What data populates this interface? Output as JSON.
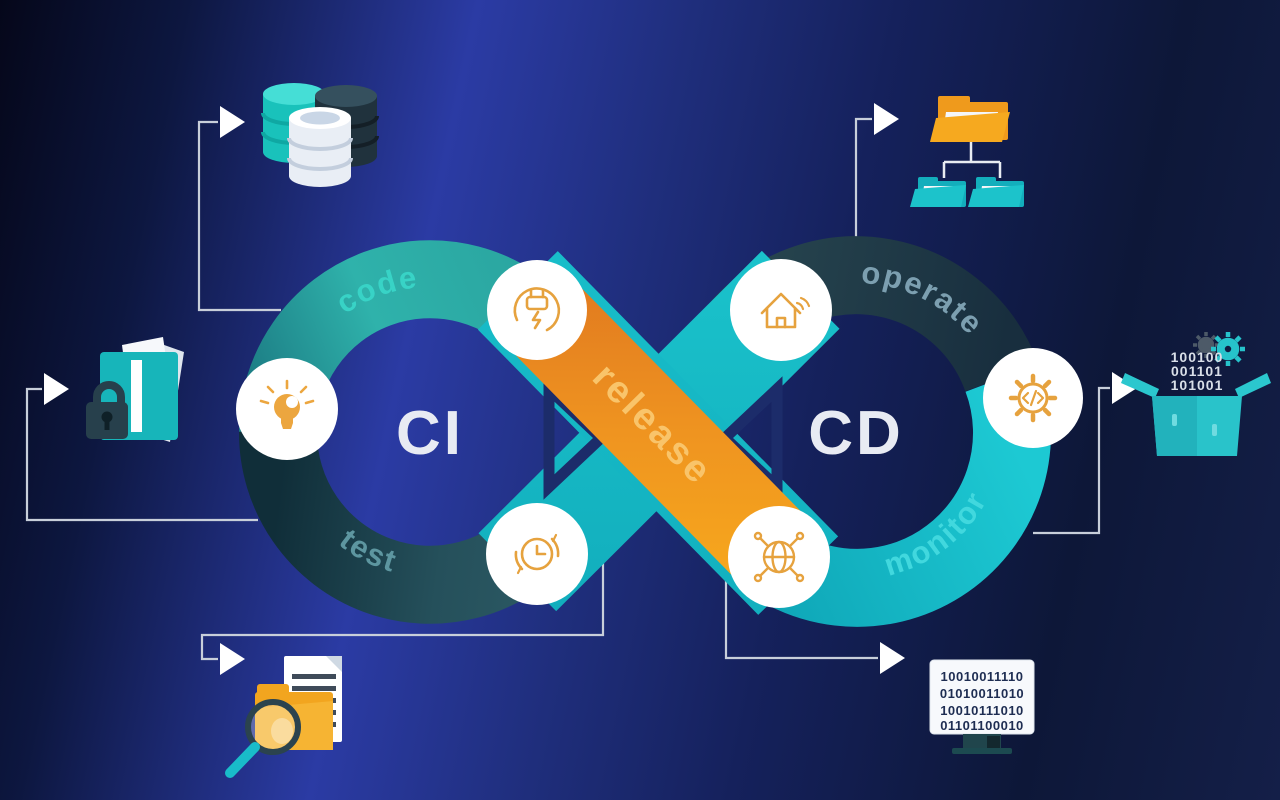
{
  "labels": {
    "ci": "CI",
    "cd": "CD"
  },
  "stages": {
    "code": "code",
    "test": "test",
    "release": "release",
    "operate": "operate",
    "monitor": "monitor"
  },
  "package_box": {
    "binary_lines": [
      "100100",
      "001101",
      "101001"
    ]
  },
  "binary_screen": {
    "rows": [
      "10010011110",
      "01010011010",
      "10010111010",
      "01101100010"
    ]
  },
  "colors": {
    "background_left": "#05071a",
    "background_highlight": "#2b3ba4",
    "background_right": "#141f48",
    "ci_top_arc": "#2aa8a2",
    "ci_bottom_arc": "#24505c",
    "cd_top_arc": "#21404e",
    "cd_bottom_arc": "#14b6c4",
    "crossing_band_teal": "#16bac7",
    "release_band_orange": "#ef9420",
    "chevron_navy": "#1c2c6a",
    "node_circle_fill": "#ffffff",
    "node_icon_stroke": "#e6a23e",
    "connector_line": "#c8cfda",
    "label_code": "#38d3c6",
    "label_test": "#5d96a0",
    "label_operate": "#7c9fb0",
    "label_monitor": "#41d8de",
    "label_release": "#f9c46a",
    "loop_title_text": "#e8ebf3"
  },
  "icons": {
    "nodes": [
      {
        "name": "idea-lightbulb-icon"
      },
      {
        "name": "power-plug-icon"
      },
      {
        "name": "time-clock-icon"
      },
      {
        "name": "smart-home-icon"
      },
      {
        "name": "network-globe-icon"
      },
      {
        "name": "code-gear-icon"
      }
    ],
    "artifacts": [
      {
        "name": "database-stack-icon"
      },
      {
        "name": "locked-folder-icon"
      },
      {
        "name": "search-documents-icon"
      },
      {
        "name": "folder-tree-icon"
      },
      {
        "name": "package-box-icon"
      },
      {
        "name": "binary-screen-icon"
      }
    ]
  }
}
